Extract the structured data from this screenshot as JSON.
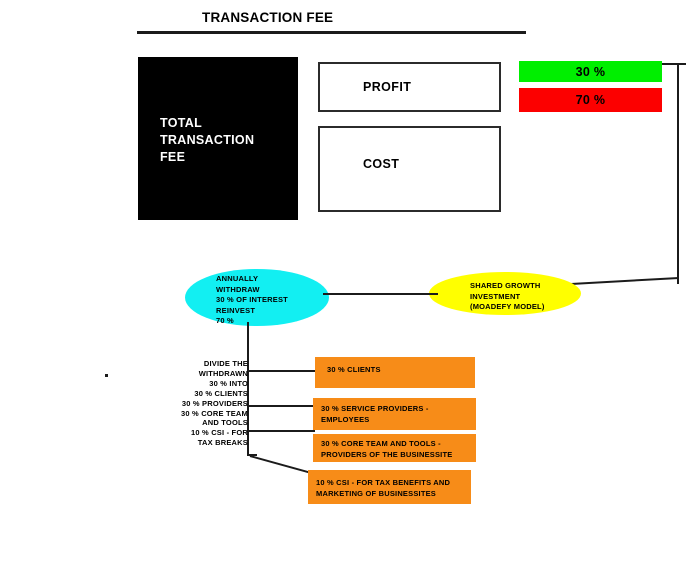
{
  "diagram": {
    "title": "TRANSACTION FEE",
    "source_box": {
      "label": "TOTAL\nTRANSACTION\nFEE",
      "fill": "#000000",
      "text_color": "#ffffff"
    },
    "split_boxes": [
      {
        "label": "PROFIT",
        "fill": "#ffffff",
        "border": "#2b2b2b"
      },
      {
        "label": "COST",
        "fill": "#ffffff",
        "border": "#2b2b2b"
      }
    ],
    "percent_bars": [
      {
        "label": "30 %",
        "fill": "#00ef00",
        "name": "profit-share-withdraw"
      },
      {
        "label": "70 %",
        "fill": "#fc0000",
        "name": "profit-share-reinvest"
      }
    ],
    "cyan_node": {
      "label": "ANNUALLY\nWITHDRAW\n30 % OF INTEREST\nREINVEST\n70 %",
      "fill": "#12eff2"
    },
    "yellow_node": {
      "label": "SHARED GROWTH\nINVESTMENT\n(MOADEFY MODEL)",
      "fill": "#ffff00"
    },
    "divide_note": "DIVIDE THE\nWITHDRAWN\n30 % INTO\n30 % CLIENTS\n30 % PROVIDERS\n30 % CORE TEAM\nAND TOOLS\n10 % CSI - FOR\nTAX BREAKS",
    "allocations": [
      {
        "label": "30 % CLIENTS",
        "fill": "#f78c18"
      },
      {
        "label": "30 % SERVICE PROVIDERS -\nEMPLOYEES",
        "fill": "#f78c18"
      },
      {
        "label": "30 % CORE TEAM AND TOOLS -\nPROVIDERS OF THE BUSINESSITE",
        "fill": "#f78c18"
      },
      {
        "label": "10 % CSI - FOR TAX BENEFITS AND\nMARKETING OF BUSINESSITES",
        "fill": "#f78c18"
      }
    ]
  }
}
